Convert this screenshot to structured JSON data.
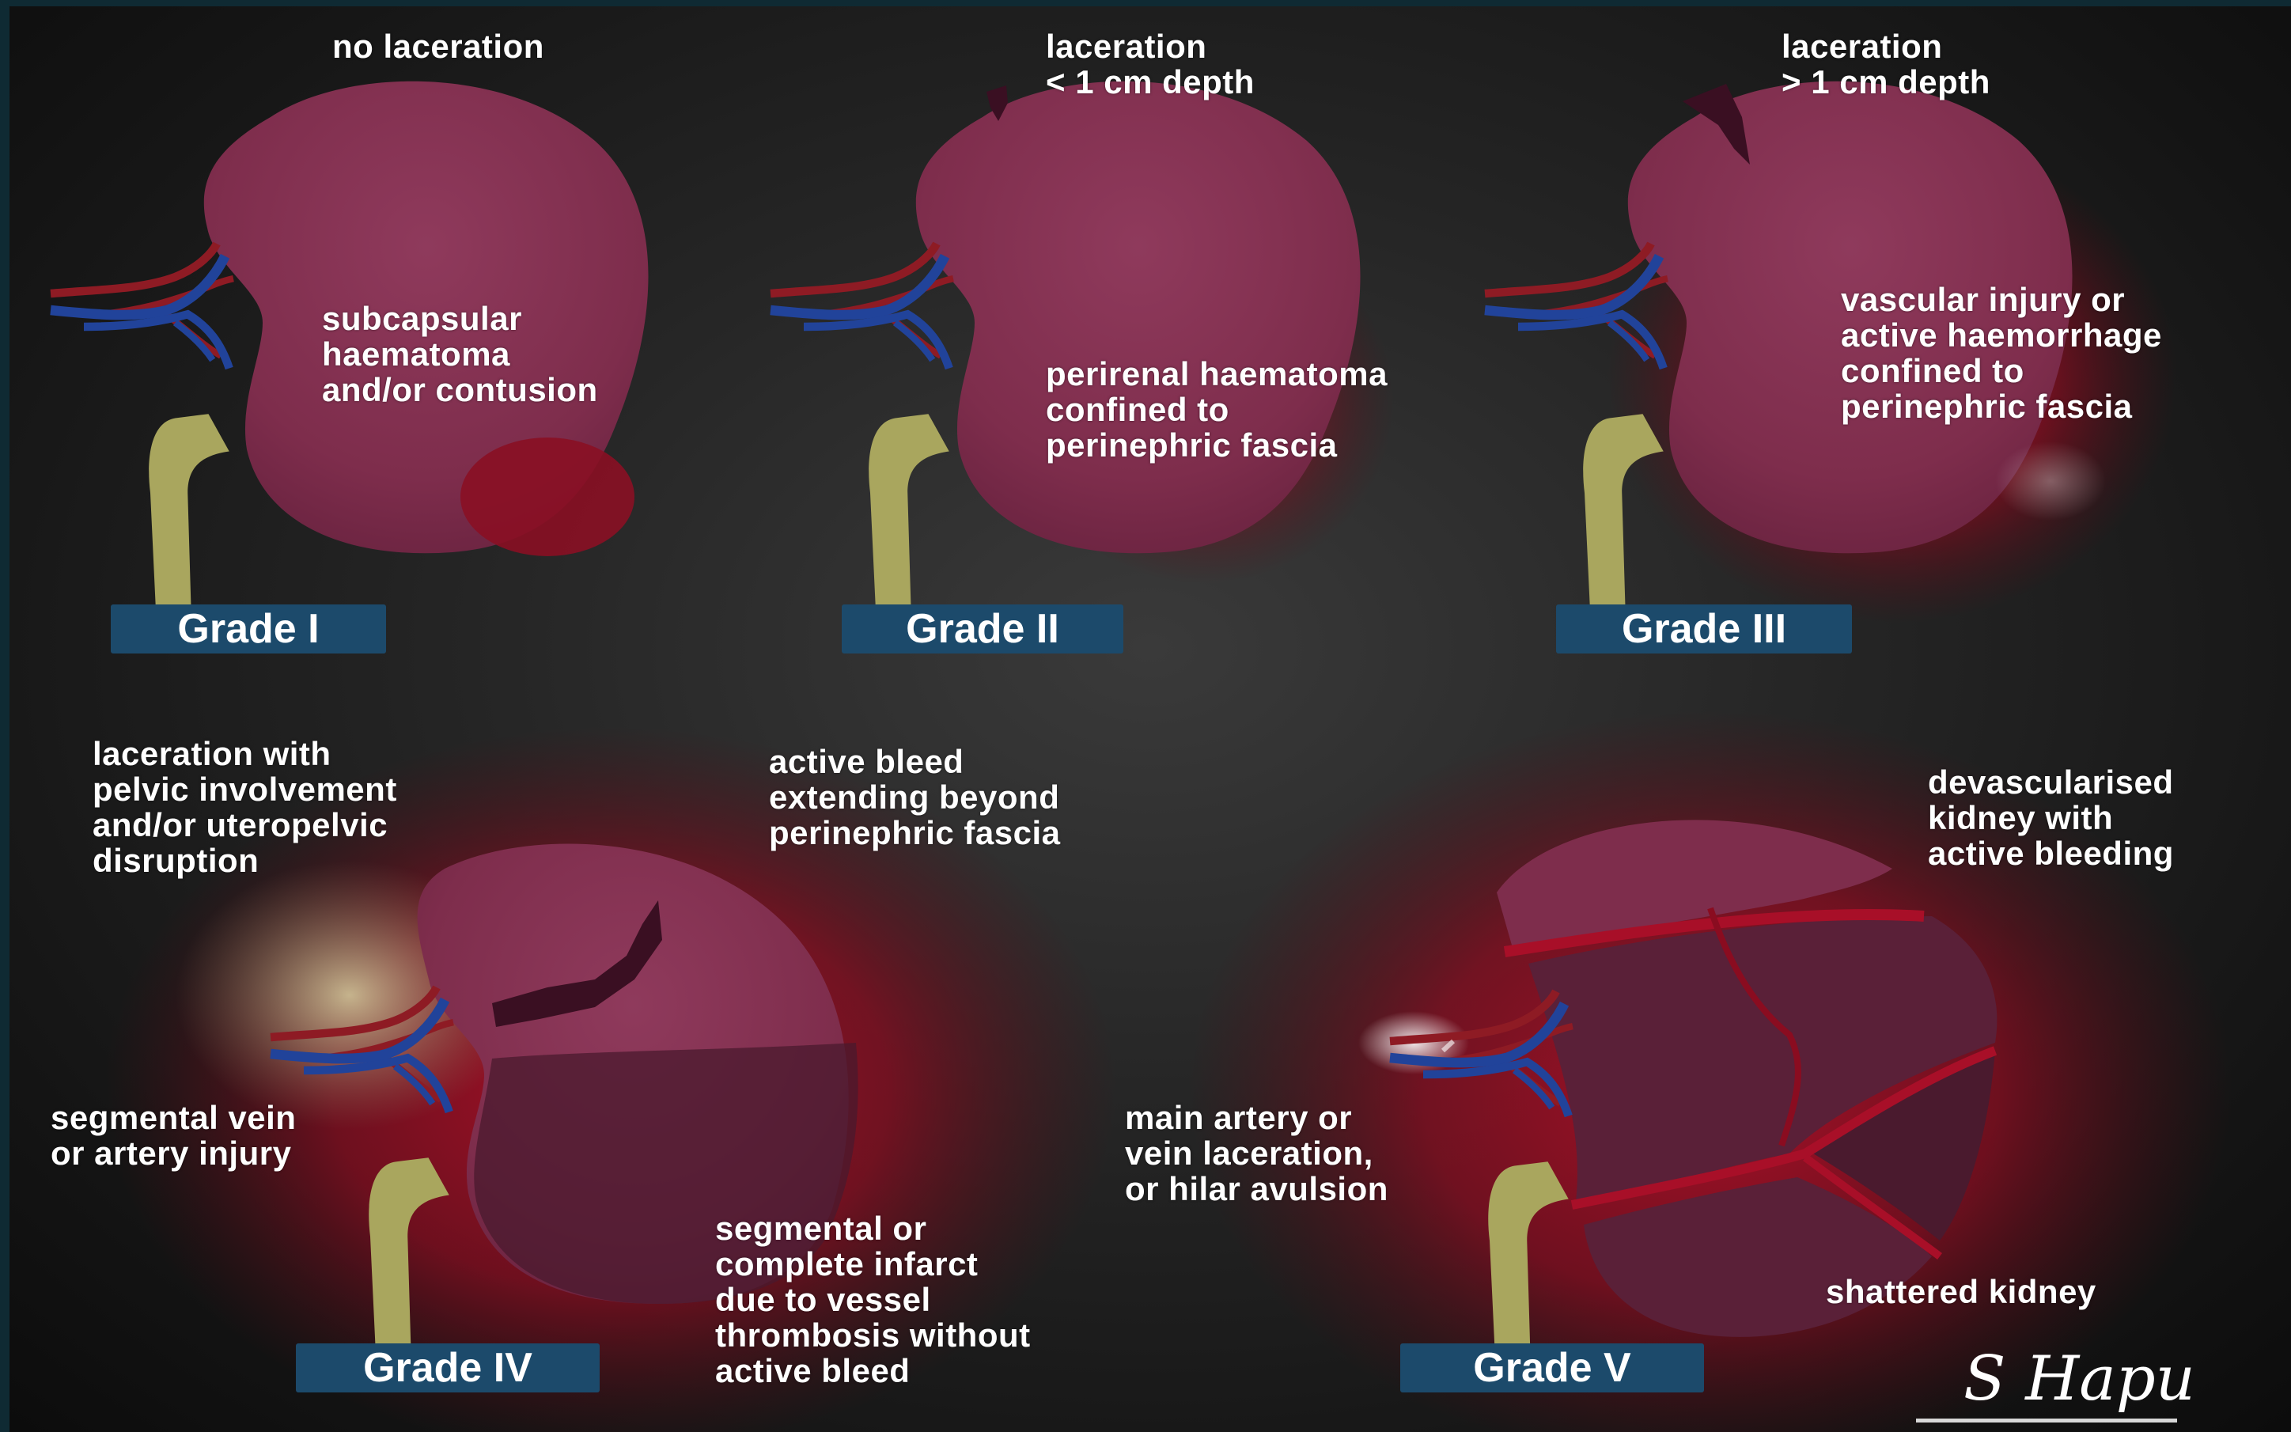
{
  "panels": {
    "grade1": {
      "badge": "Grade I",
      "top_label": "no laceration",
      "note": "subcapsular\nhaematoma\nand/or contusion"
    },
    "grade2": {
      "badge": "Grade II",
      "top_label": "laceration\n< 1 cm depth",
      "note": "perirenal haematoma\nconfined to\nperinephric fascia"
    },
    "grade3": {
      "badge": "Grade III",
      "top_label": "laceration\n> 1 cm depth",
      "note": "vascular injury or\nactive haemorrhage\nconfined to\nperinephric fascia"
    },
    "grade4": {
      "badge": "Grade IV",
      "top_label": "laceration with\npelvic involvement\nand/or uteropelvic\ndisruption",
      "bleed_note": "active bleed\nextending beyond\nperinephric fascia",
      "vessel_note": "segmental vein\nor artery injury",
      "infarct_note": "segmental or\ncomplete infarct\ndue to vessel\nthrombosis without\nactive bleed"
    },
    "grade5": {
      "badge": "Grade V",
      "top_label": "devascularised\nkidney with\nactive bleeding",
      "vessel_note": "main artery or\nvein laceration,\nor hilar avulsion",
      "bottom_note": "shattered kidney"
    }
  },
  "signature": "S Hapu",
  "colors": {
    "kidney": "#8a3556",
    "artery": "#8e1b24",
    "vein": "#21439a",
    "ureter": "#a9a65e",
    "haemorrhage": "#b0112a",
    "badge": "#1c4a6b"
  }
}
